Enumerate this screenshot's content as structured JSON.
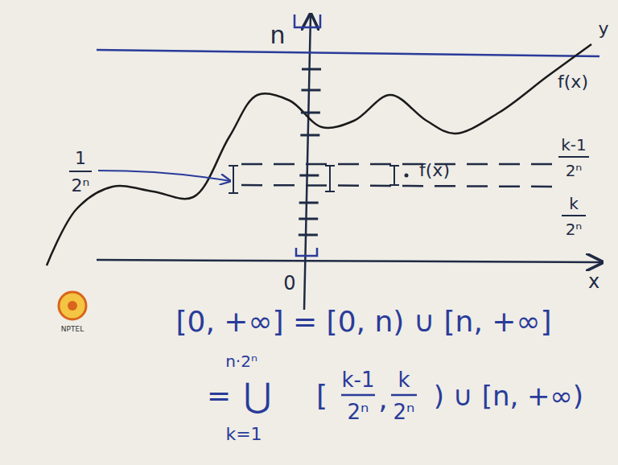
{
  "diagram": {
    "labels": [
      "n",
      "y",
      "f(x)",
      "1",
      "2ⁿ",
      "k-1",
      "2ⁿ",
      "f(x)",
      "k",
      "2ⁿ",
      "0",
      "x",
      "[0, +∞] = [0, n) ∪ [n, +∞]",
      "n·2ⁿ",
      "=",
      "⋃",
      "k=1",
      "[",
      "k-1",
      "2ⁿ",
      ",",
      "k",
      "2ⁿ",
      ") ∪ [n, +∞)",
      "NPTEL"
    ]
  }
}
